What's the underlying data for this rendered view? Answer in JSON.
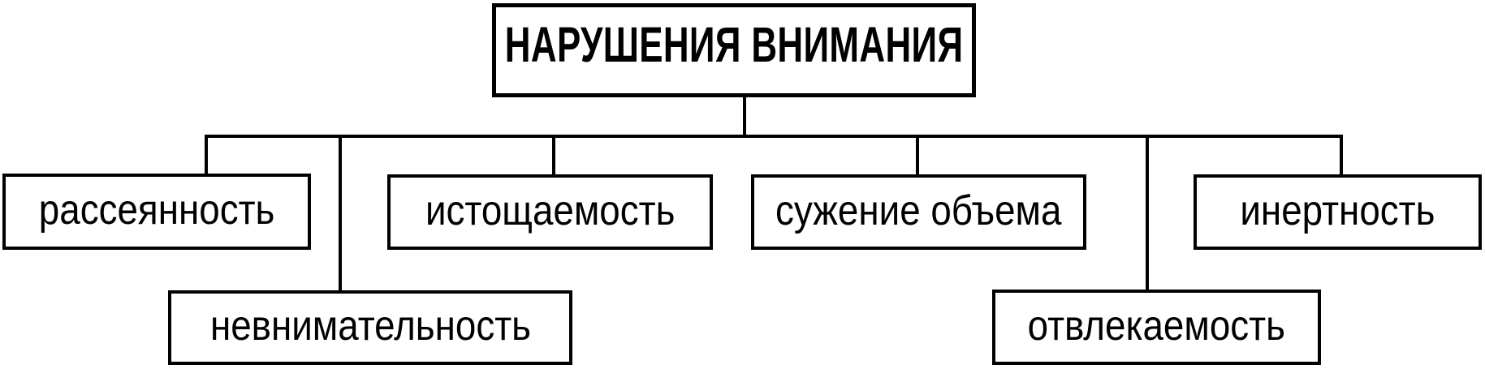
{
  "diagram": {
    "type": "tree",
    "background_color": "#ffffff",
    "line_color": "#000000",
    "text_color": "#000000",
    "root": {
      "label": "НАРУШЕНИЯ ВНИМАНИЯ"
    },
    "children": [
      {
        "id": "rasseyannost",
        "label": "рассеянность",
        "row": 1
      },
      {
        "id": "istoshchaemost",
        "label": "истощаемость",
        "row": 1
      },
      {
        "id": "suzhenie-obyoma",
        "label": "сужение объема",
        "row": 1
      },
      {
        "id": "inertnost",
        "label": "инертность",
        "row": 1
      },
      {
        "id": "nevnimatelnost",
        "label": "невнимательность",
        "row": 2
      },
      {
        "id": "otvlekaemost",
        "label": "отвлекаемость",
        "row": 2
      }
    ]
  }
}
